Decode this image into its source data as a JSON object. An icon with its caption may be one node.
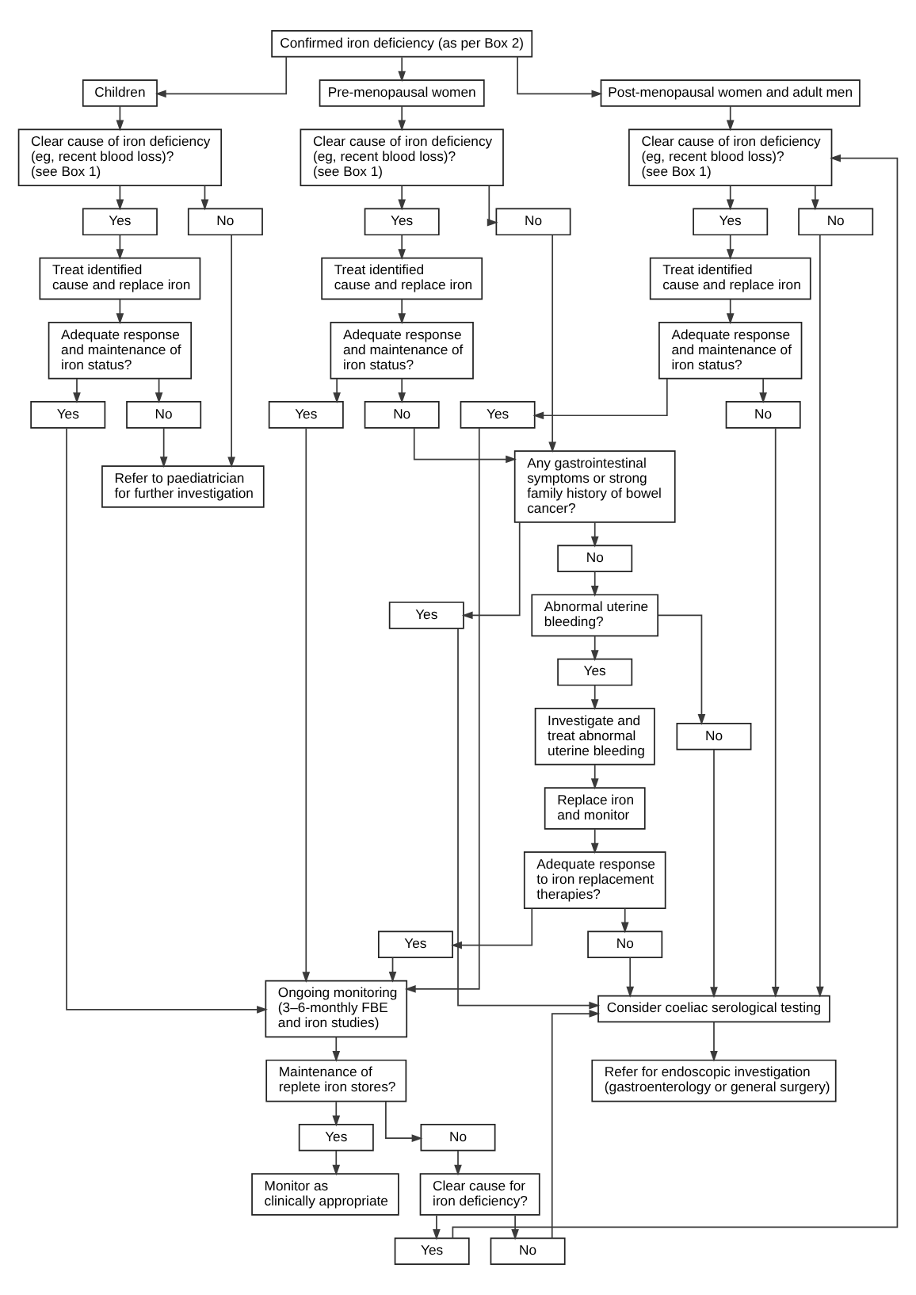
{
  "diagram": {
    "nodes": [
      {
        "text": [
          "Confirmed iron deficiency (as per Box 2)"
        ]
      },
      {
        "text": [
          "Children"
        ]
      },
      {
        "text": [
          "Pre-menopausal women"
        ]
      },
      {
        "text": [
          "Post-menopausal women and adult men"
        ]
      },
      {
        "text": [
          "Clear cause of iron deficiency (eg, recent blood loss)? (see Box 1)"
        ]
      },
      {
        "text": [
          "Clear cause of iron deficiency (eg, recent blood loss)? (see Box 1)"
        ]
      },
      {
        "text": [
          "Clear cause of iron deficiency (eg, recent blood loss)? (see Box 1)"
        ]
      },
      {
        "text": [
          "Yes"
        ]
      },
      {
        "text": [
          "No"
        ]
      },
      {
        "text": [
          "Yes"
        ]
      },
      {
        "text": [
          "No"
        ]
      },
      {
        "text": [
          "Yes"
        ]
      },
      {
        "text": [
          "No"
        ]
      },
      {
        "text": [
          "Treat identified cause and replace iron"
        ]
      },
      {
        "text": [
          "Treat identified cause and replace iron"
        ]
      },
      {
        "text": [
          "Treat identified cause and replace iron"
        ]
      },
      {
        "text": [
          "Adequate response and maintenance of iron status?"
        ]
      },
      {
        "text": [
          "Adequate response and maintenance of iron status?"
        ]
      },
      {
        "text": [
          "Adequate response and maintenance of iron status?"
        ]
      },
      {
        "text": [
          "Yes"
        ]
      },
      {
        "text": [
          "No"
        ]
      },
      {
        "text": [
          "Yes"
        ]
      },
      {
        "text": [
          "No"
        ]
      },
      {
        "text": [
          "Yes"
        ]
      },
      {
        "text": [
          "No"
        ]
      },
      {
        "text": [
          "Refer to paediatrician for further investigation"
        ]
      },
      {
        "text": [
          "Any gastrointestinal symptoms or strong family history of bowel cancer?"
        ]
      },
      {
        "text": [
          "Yes"
        ]
      },
      {
        "text": [
          "No"
        ]
      },
      {
        "text": [
          "Abnormal uterine bleeding?"
        ]
      },
      {
        "text": [
          "Yes"
        ]
      },
      {
        "text": [
          "No"
        ]
      },
      {
        "text": [
          "Investigate and treat abnormal uterine bleeding"
        ]
      },
      {
        "text": [
          "Replace iron and monitor"
        ]
      },
      {
        "text": [
          "Adequate response to iron replacement therapies?"
        ]
      },
      {
        "text": [
          "Yes"
        ]
      },
      {
        "text": [
          "No"
        ]
      },
      {
        "text": [
          "Ongoing monitoring (3–6-monthly FBE and iron studies)"
        ]
      },
      {
        "text": [
          "Consider coeliac serological testing"
        ]
      },
      {
        "text": [
          "Refer for endoscopic investigation (gastroenterology or general surgery)"
        ]
      },
      {
        "text": [
          "Maintenance of replete iron stores?"
        ]
      },
      {
        "text": [
          "Clear cause for iron deficiency?"
        ]
      },
      {
        "text": [
          "Yes"
        ]
      },
      {
        "text": [
          "No"
        ]
      },
      {
        "text": [
          "Yes"
        ]
      },
      {
        "text": [
          "No"
        ]
      },
      {
        "text": [
          "Monitor as clinically appropriate"
        ]
      }
    ],
    "edges": [
      {
        "from": 0,
        "to": 1,
        "arrow": "to"
      },
      {
        "from": 0,
        "to": 2,
        "arrow": "to"
      },
      {
        "from": 0,
        "to": 3,
        "arrow": "to"
      },
      {
        "from": 1,
        "to": 4,
        "arrow": "to"
      },
      {
        "from": 2,
        "to": 5,
        "arrow": "to"
      },
      {
        "from": 3,
        "to": 6,
        "arrow": "to"
      },
      {
        "from": 4,
        "to": 7,
        "arrow": "to"
      },
      {
        "from": 4,
        "to": 8,
        "arrow": "to"
      },
      {
        "from": 5,
        "to": 9,
        "arrow": "to"
      },
      {
        "from": 5,
        "to": 10,
        "arrow": "to"
      },
      {
        "from": 6,
        "to": 11,
        "arrow": "to"
      },
      {
        "from": 6,
        "to": 12,
        "arrow": "to"
      },
      {
        "from": 7,
        "to": 13,
        "arrow": "to"
      },
      {
        "from": 9,
        "to": 14,
        "arrow": "to"
      },
      {
        "from": 11,
        "to": 15,
        "arrow": "to"
      },
      {
        "from": 13,
        "to": 16,
        "arrow": "to"
      },
      {
        "from": 14,
        "to": 17,
        "arrow": "to"
      },
      {
        "from": 15,
        "to": 18,
        "arrow": "to"
      },
      {
        "from": 16,
        "to": 19,
        "arrow": "to"
      },
      {
        "from": 16,
        "to": 20,
        "arrow": "to"
      },
      {
        "from": 17,
        "to": 21,
        "arrow": "to"
      },
      {
        "from": 17,
        "to": 22,
        "arrow": "to"
      },
      {
        "from": 18,
        "to": 23,
        "arrow": "to"
      },
      {
        "from": 18,
        "to": 24,
        "arrow": "to"
      },
      {
        "from": 8,
        "to": 25,
        "arrow": "to"
      },
      {
        "from": 20,
        "to": 25,
        "arrow": "to"
      },
      {
        "from": 10,
        "to": 26,
        "arrow": "to"
      },
      {
        "from": 22,
        "to": 26,
        "arrow": "to"
      },
      {
        "from": 19,
        "to": 37,
        "arrow": "to"
      },
      {
        "from": 21,
        "to": 37,
        "arrow": "to"
      },
      {
        "from": 23,
        "to": 37,
        "arrow": "to"
      },
      {
        "from": 26,
        "to": 27,
        "arrow": "to"
      },
      {
        "from": 26,
        "to": 28,
        "arrow": "to"
      },
      {
        "from": 28,
        "to": 29,
        "arrow": "to"
      },
      {
        "from": 27,
        "to": 38,
        "arrow": "to"
      },
      {
        "from": 29,
        "to": 30,
        "arrow": "to"
      },
      {
        "from": 29,
        "to": 31,
        "arrow": "to"
      },
      {
        "from": 30,
        "to": 32,
        "arrow": "to"
      },
      {
        "from": 31,
        "to": 38,
        "arrow": "to"
      },
      {
        "from": 32,
        "to": 33,
        "arrow": "to"
      },
      {
        "from": 33,
        "to": 34,
        "arrow": "to"
      },
      {
        "from": 34,
        "to": 35,
        "arrow": "to"
      },
      {
        "from": 34,
        "to": 36,
        "arrow": "to"
      },
      {
        "from": 35,
        "to": 37,
        "arrow": "to"
      },
      {
        "from": 36,
        "to": 38,
        "arrow": "to"
      },
      {
        "from": 24,
        "to": 38,
        "arrow": "to"
      },
      {
        "from": 12,
        "to": 38,
        "arrow": "to"
      },
      {
        "from": 38,
        "to": 39,
        "arrow": "to"
      },
      {
        "from": 37,
        "to": 40,
        "arrow": "to"
      },
      {
        "from": 40,
        "to": 42,
        "arrow": "to"
      },
      {
        "from": 40,
        "to": 43,
        "arrow": "to"
      },
      {
        "from": 43,
        "to": 41,
        "arrow": "to"
      },
      {
        "from": 41,
        "to": 44,
        "arrow": "to"
      },
      {
        "from": 41,
        "to": 45,
        "arrow": "to"
      },
      {
        "from": 45,
        "to": 38,
        "arrow": "to"
      },
      {
        "from": 44,
        "to": 6,
        "arrow": "to"
      },
      {
        "from": 42,
        "to": 46,
        "arrow": "to"
      }
    ]
  }
}
